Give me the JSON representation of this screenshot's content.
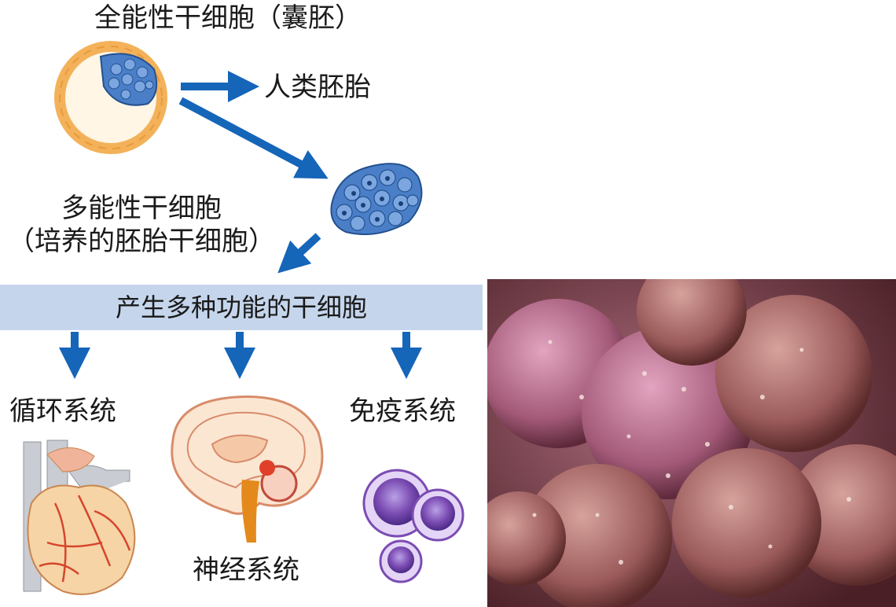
{
  "labels": {
    "totipotent": "全能性干细胞（囊胚）",
    "human_embryo": "人类胚胎",
    "pluripotent_line1": "多能性干细胞",
    "pluripotent_line2": "（培养的胚胎干细胞）",
    "band": "产生多种功能的干细胞",
    "circulatory": "循环系统",
    "nervous": "神经系统",
    "immune": "免疫系统"
  },
  "colors": {
    "arrow": "#1565b8",
    "band": "#c5d6ec",
    "blastocyst_ring": "#f3c27a",
    "inner_cells": "#4a7fc8",
    "immune_cell": "#7b4cb3",
    "photo_cells": "#a35a78"
  },
  "icons": {
    "blastocyst": "blastocyst-illustration",
    "cell_cluster": "stem-cell-cluster-illustration",
    "heart": "heart-illustration",
    "brain": "brain-illustration",
    "immune_cells": "immune-cells-illustration",
    "photo": "stem-cells-micrograph"
  }
}
